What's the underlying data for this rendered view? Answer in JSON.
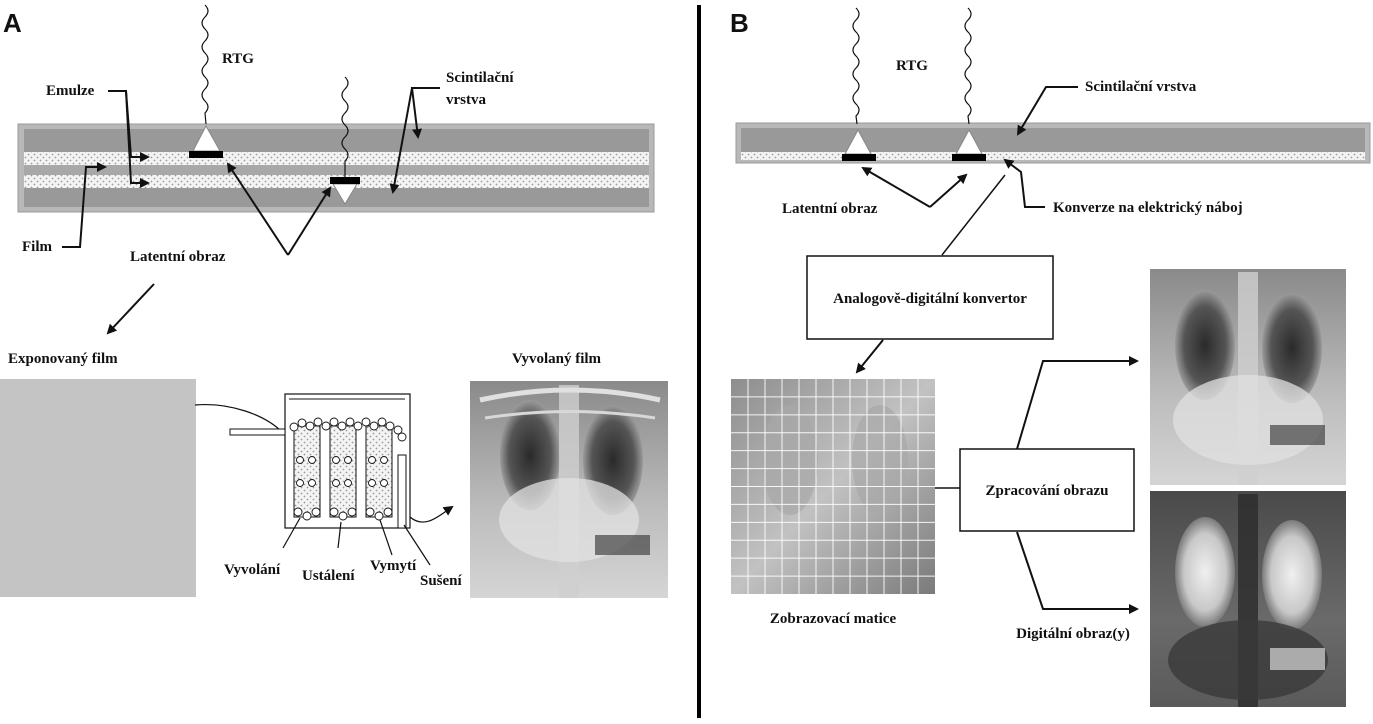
{
  "panel_a": {
    "letter": "A",
    "rtg": "RTG",
    "emulze": "Emulze",
    "scint_line1": "Scintilační",
    "scint_line2": "vrstva",
    "film": "Film",
    "latentni_obraz": "Latentní obraz",
    "exponovany_film": "Exponovaný film",
    "vyvolany_film": "Vyvolaný film",
    "vyvolani": "Vyvolání",
    "ustaleni": "Ustálení",
    "vymyti": "Vymytí",
    "suseni": "Sušení"
  },
  "panel_b": {
    "letter": "B",
    "rtg": "RTG",
    "scint": "Scintilační vrstva",
    "latentni_obraz": "Latentní obraz",
    "konverze": "Konverze na elektrický náboj",
    "adc": "Analogově-digitální konvertor",
    "matice": "Zobrazovací matice",
    "zpracovani": "Zpracování obrazu",
    "digitalni": "Digitální obraz(y)"
  },
  "colors": {
    "layer_dark": "#9a9a9a",
    "layer_frame": "#b8b8b8",
    "emulsion": "#f2f2f2",
    "film_gray": "#c4c4c4",
    "divider": "#000000"
  }
}
